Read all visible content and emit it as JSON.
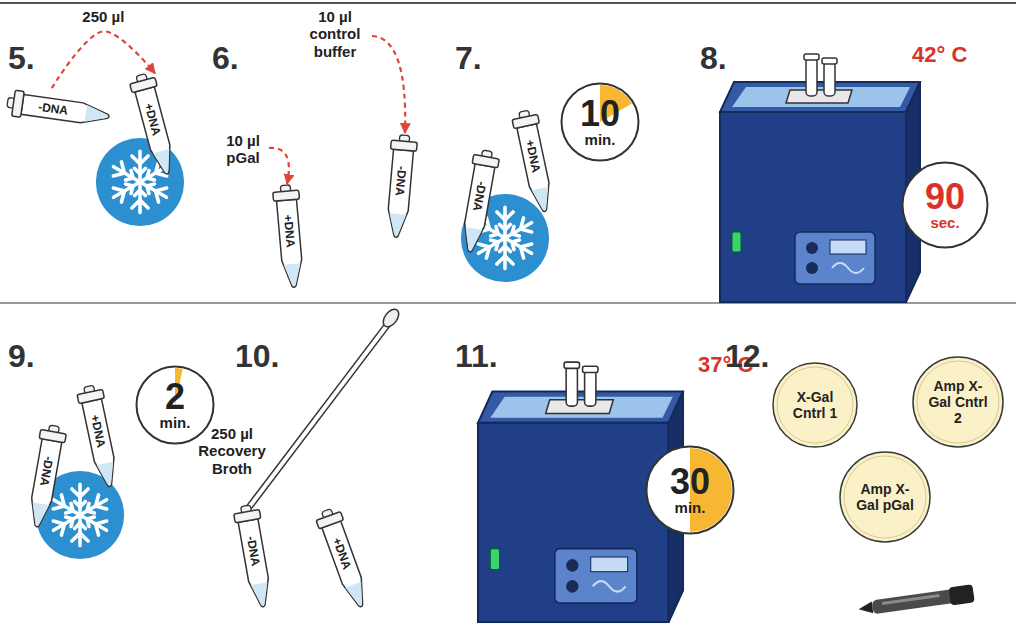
{
  "diagram": {
    "nodes": [
      {
        "text": [
          "-DNA"
        ]
      },
      {
        "text": [
          "+DNA"
        ]
      },
      {
        "text": [
          "+DNA"
        ]
      },
      {
        "text": [
          "-DNA"
        ]
      },
      {
        "text": [
          "-DNA"
        ]
      },
      {
        "text": [
          "+DNA"
        ]
      },
      {
        "text": [
          "10",
          "min."
        ]
      },
      {
        "text": [
          "90",
          "sec."
        ]
      },
      {
        "text": [
          "-DNA"
        ]
      },
      {
        "text": [
          "+DNA"
        ]
      },
      {
        "text": [
          "2",
          "min."
        ]
      },
      {
        "text": [
          "-DNA"
        ]
      },
      {
        "text": [
          "+DNA"
        ]
      },
      {
        "text": [
          "30",
          "min."
        ]
      },
      {
        "text": [
          "X-Gal Cntrl 1"
        ]
      },
      {
        "text": [
          "Amp X-Gal Cntrl 2"
        ]
      },
      {
        "text": [
          "Amp X-Gal pGal"
        ]
      }
    ],
    "edges": [
      {
        "from": 0,
        "to": 1,
        "arrow": "to",
        "label": "250 µl"
      }
    ],
    "labels": [
      "5.",
      "6.",
      "10 µl control buffer",
      "10 µl pGal",
      "7.",
      "8.",
      "42° C",
      "9.",
      "10.",
      "250 µl Recovery Broth",
      "11.",
      "37° C",
      "12."
    ]
  }
}
